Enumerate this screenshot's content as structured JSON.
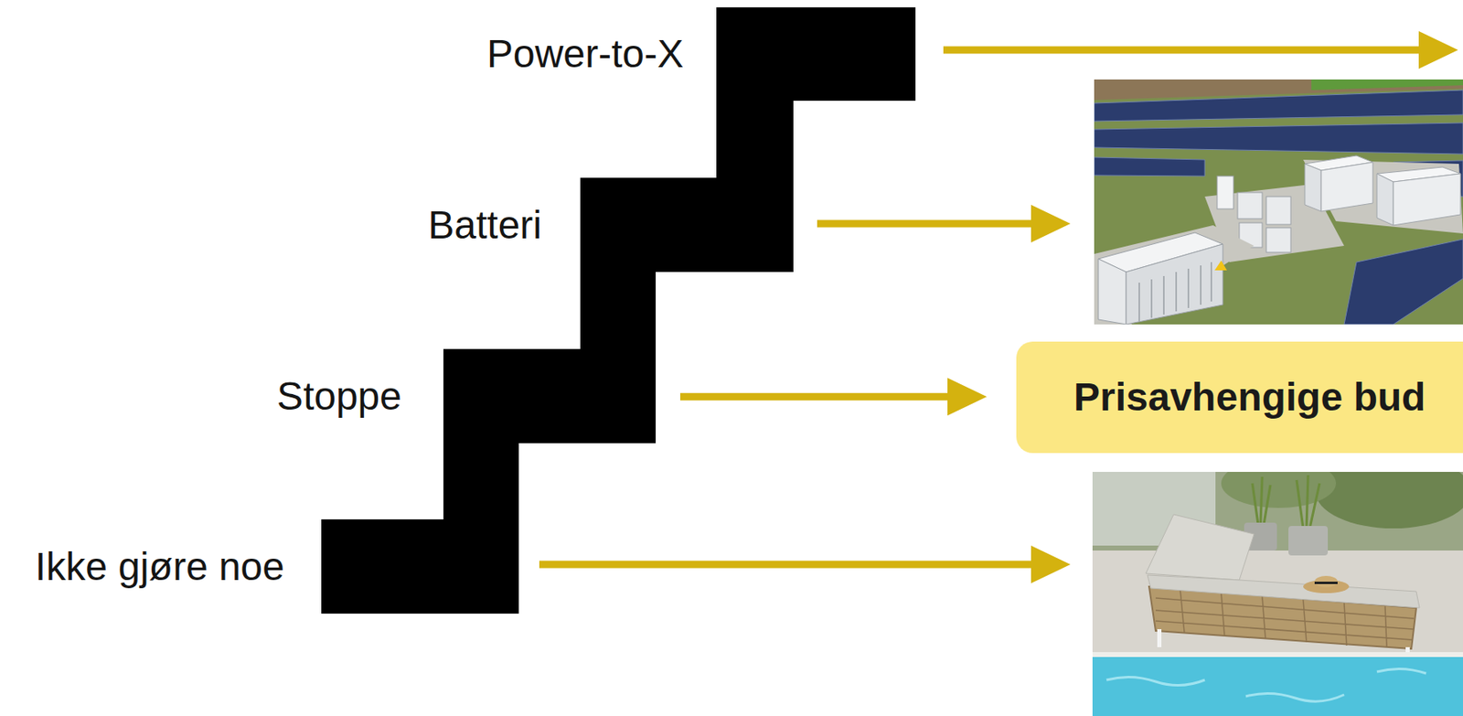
{
  "diagram": {
    "nodes": [
      {
        "text": [
          "Power-to-X"
        ]
      },
      {
        "text": [
          "Batteri"
        ]
      },
      {
        "text": [
          "Stoppe"
        ]
      },
      {
        "text": [
          "Ikke gjøre noe"
        ]
      },
      {
        "text": [
          "Prisavhengige bud"
        ]
      }
    ],
    "edges": [
      {
        "from": 2,
        "to": 4,
        "arrow": "to"
      }
    ]
  }
}
